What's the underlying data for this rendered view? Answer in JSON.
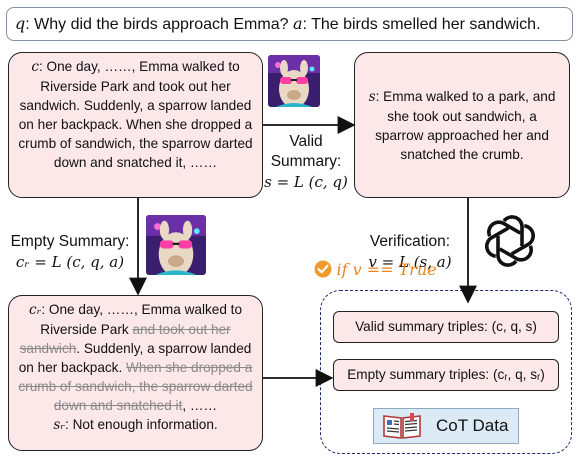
{
  "question_bar": {
    "q_symbol": "q",
    "question": ": Why did the birds approach Emma? ",
    "a_symbol": "a",
    "answer": ": The birds smelled her sandwich."
  },
  "context_box": {
    "symbol": "c",
    "text": ": One day, ……, Emma walked to Riverside Park and took out her sandwich. Suddenly, a sparrow landed on her backpack. When she dropped a crumb of sandwich, the sparrow darted down and snatched it, ……"
  },
  "valid_summary_label": {
    "line1": "Valid",
    "line2": "Summary:",
    "formula": "s = L (c, q)"
  },
  "summary_box": {
    "symbol": "s",
    "text": ": Emma walked to a park, and she took out sandwich, a sparrow approached her and snatched the crumb."
  },
  "empty_summary_label": {
    "line1": "Empty Summary:",
    "formula": "cᵣ = L (c, q, a)"
  },
  "verification_label": {
    "line1": "Verification:",
    "formula": "v = L (s, a)"
  },
  "check_text": "if v == True",
  "reduced_context_box": {
    "symbol": "cᵣ",
    "kept1": ": One day, ……, Emma walked to Riverside Park ",
    "struck1": "and took out her sandwich",
    "kept2": ". Suddenly, a sparrow landed on her backpack. ",
    "struck2": "When she dropped a crumb of sandwich, the sparrow darted down and snatched it",
    "kept3": ", ……",
    "s_symbol": "sᵣ",
    "not_enough": ": Not enough information."
  },
  "output_panel": {
    "valid_triples": "Valid summary triples: (c, q, s)",
    "empty_triples": "Empty summary triples: (cᵣ, q, sᵣ)",
    "cot_label": "CoT Data"
  },
  "colors": {
    "pink_fill": "#fce7e9",
    "cot_fill": "#dceaf5",
    "dashed_border": "#1a2a6c",
    "check_orange": "#e8861a"
  },
  "icons": [
    "llama-image",
    "openai-logo-icon",
    "check-badge-icon",
    "book-icon"
  ]
}
